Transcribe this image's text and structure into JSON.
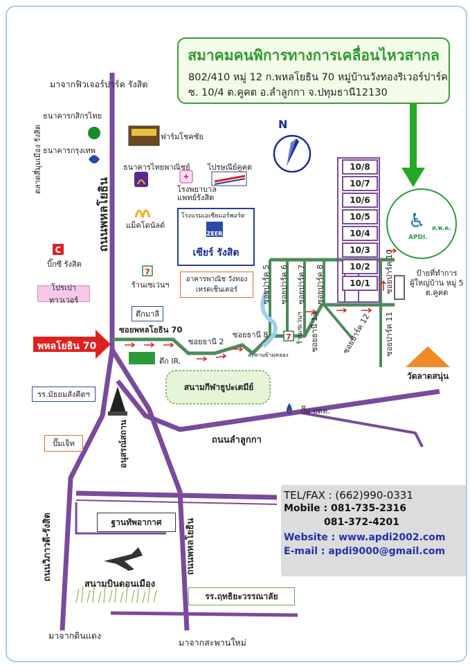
{
  "header": {
    "title": "สมาคมคนพิการทางการเคลื่อนไหวสากล",
    "address_line1": "802/410 หมู่ 12 ก.พหลโยธิน 70 หมู่บ้านวังทองริเวอร์ปาร์ค",
    "address_line2": "ซ. 10/4 ต.คูคต อ.ลำลูกกา จ.ปทุมธานี12130"
  },
  "roads": {
    "from_future_park": "มาจากฟิวเจอร์ปาร์ค รังสิต",
    "phahonyothin_main": "ถนนพหลโยธิน",
    "phahonyothin_lower": "ถนนพหลโยธิน",
    "phahonyothin_sign": "พหลโยธิน 70",
    "soi_phahon_70": "ซอยพหลโยธิน 70",
    "soi_thani_2": "ซอยธานี 2",
    "soi_thani_8": "ซอยธานี 8",
    "soi_thani_13": "ซอยธานี 13",
    "soi_park_5": "ซอยปาร์ค 5",
    "soi_park_6": "ซอยปาร์ค 6",
    "soi_park_7": "ซอยปาร์ค 7",
    "soi_park_8": "ซอยปาร์ค 8",
    "soi_park_10": "ซอยปาร์ค 10",
    "soi_park_11": "ซอยปาร์ค 11",
    "soi_park_12": "ซอยปาร์ค 12",
    "lam_luk_ka": "ถนนลำลูกกา",
    "vibhavadi": "ถนนวิภาวดี-รังสิต",
    "from_din_daeng": "มาจากดินแดง",
    "from_saphan_mai": "มาจากสะพานใหม่",
    "bridge": "สะพานข้ามคลอง"
  },
  "landmarks": {
    "kasikorn": "ธนาคารกสิกรไทย",
    "bangkok_bank": "ธนาคารกรุงเทพ",
    "talad_si_mum_muang": "ตลาดสี่มุมเมือง รังสิต",
    "farm_chokchai": "ฟาร์มโชคชัย",
    "scb": "ธนาคารไทยพาณิชย์",
    "hospital": "โรงพยาบาล แพทย์รังสิต",
    "post_office": "ไปรษณีย์คูคต",
    "mcdonalds": "แม็คโดนัลด์",
    "hotel_label": "โรงแรมเอเซียแอร์พอร์ต",
    "zeer": "เซียร์ รังสิต",
    "zeer_logo": "ZEER",
    "big_c": "บิ๊กซี รังสิต",
    "seven_eleven": "ร้านเซเว่นฯ",
    "seven_eleven_2": "ร้านเซเว่นฯ",
    "commercial": "อาคารพาณิช วังทองเทรดเซ็นเตอร์",
    "pro_tower": "โปรเปาทาวเวอร์",
    "tuek_mali": "ตึกมาลี",
    "tuek_ir": "ตึก IR.",
    "stadium": "สนามกีฬาธูปะเตมีย์",
    "school_mattayom": "รร.มัธยมสังคีตฯ",
    "pump_jet": "ปั๊มเจ็ท",
    "pump_ptt": "ปั๊ม ปตท.",
    "monument": "อนุสรณ์สถาน",
    "air_force": "ฐานทัพอากาศ",
    "don_mueang": "สนามบินดอนเมือง",
    "school_rittiyawannalai": "รร.ฤทธิยะวรรณาลัย",
    "village_head": "ป้ายที่ทำการ ผู้ใหญ่บ้าน หมู่ 5 ต.คูคต",
    "wat": "วัดลาดสนุ่น",
    "apdi_short": "APDI.",
    "apdi_thai": "ส.พ.ค."
  },
  "houses": [
    "10/8",
    "10/7",
    "10/6",
    "10/5",
    "10/4",
    "10/3",
    "10/2",
    "10/1"
  ],
  "compass": "N",
  "contact": {
    "telfax": "TEL/FAX : (662)990-0331",
    "mobile1": "Mobile : 081-735-2316",
    "mobile2": "081-372-4201",
    "website": "Website : www.apdi2002.com",
    "email": "E-mail : apdi9000@gmail.com"
  },
  "colors": {
    "road_purple": "#7a4a9c",
    "road_green": "#4e8a5a",
    "title_green": "#2f9a2f",
    "arrow_red": "#e02020",
    "arrow_green": "#22aa22"
  }
}
